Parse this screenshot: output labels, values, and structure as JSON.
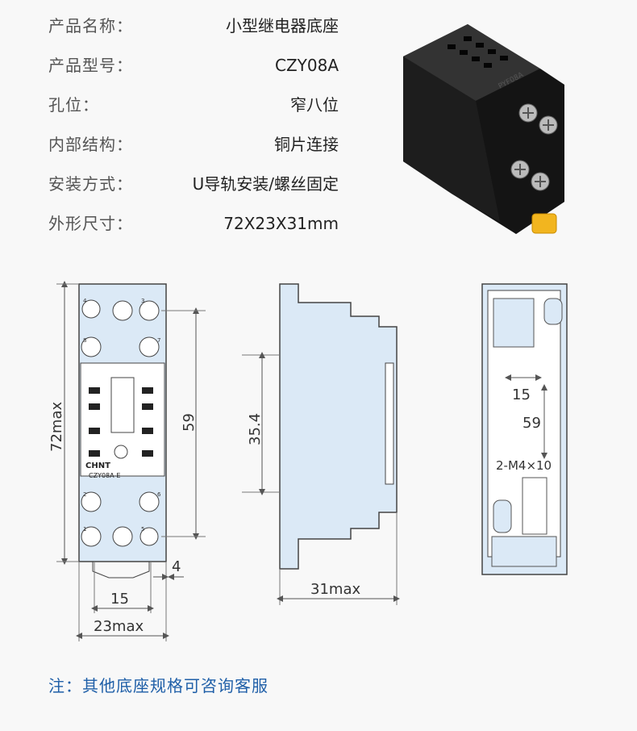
{
  "specs": [
    {
      "label": "产品名称：",
      "value": "小型继电器底座"
    },
    {
      "label": "产品型号：",
      "value": "CZY08A"
    },
    {
      "label": "孔位：",
      "value": "窄八位"
    },
    {
      "label": "内部结构：",
      "value": "铜片连接"
    },
    {
      "label": "安装方式：",
      "value": "U导轨安装/螺丝固定"
    },
    {
      "label": "外形尺寸：",
      "value": "72X23X31mm"
    }
  ],
  "photo": {
    "marking": "PYF08A"
  },
  "front_view": {
    "height_label": "72max",
    "hole_spacing_label": "59",
    "width_inner_label": "15",
    "width_outer_label": "23max",
    "offset_label": "4",
    "brand": "CHNT",
    "model": "CZY08A-E",
    "terminals": [
      "4",
      "3",
      "8",
      "2",
      "6",
      "1",
      "5",
      "7"
    ]
  },
  "side_view": {
    "height_label": "35.4",
    "depth_label": "31max"
  },
  "back_view": {
    "spacing_h_label": "15",
    "spacing_v_label": "59",
    "screw_label": "2-M4×10"
  },
  "note": "注：其他底座规格可咨询客服",
  "colors": {
    "accent": "#1f5fa8",
    "drawing_line": "#555555",
    "fill_blue": "#dbe9f6"
  }
}
